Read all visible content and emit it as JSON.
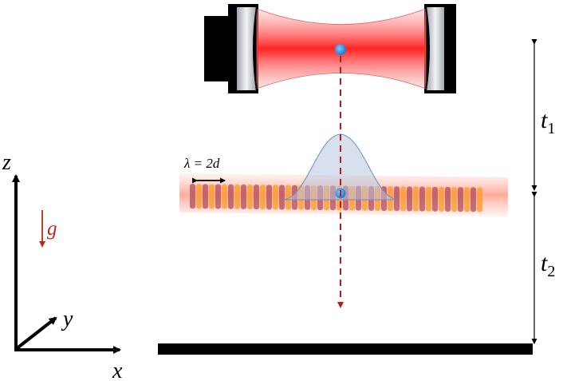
{
  "axes": {
    "z_label": "z",
    "x_label": "x",
    "y_label": "y",
    "gravity_label": "g"
  },
  "lattice": {
    "wavelength_label": "λ = 2d"
  },
  "timeline": {
    "t1_base": "t",
    "t1_sub": "1",
    "t2_base": "t",
    "t2_sub": "2"
  },
  "colors": {
    "cavity_beam": "#ff2020",
    "atom": "#2a8be0",
    "drop_path": "#b01e1e",
    "gravity": "#b82a1a",
    "lattice_orange": "#ff9a2e",
    "lattice_dark": "#b04a5a",
    "wavepacket": "#8fa6c4",
    "mirror": "#c8ccd4"
  },
  "icons": {
    "mirror_left": "cavity-mirror-icon",
    "mirror_right": "cavity-mirror-icon",
    "atom": "atom-dot-icon"
  }
}
